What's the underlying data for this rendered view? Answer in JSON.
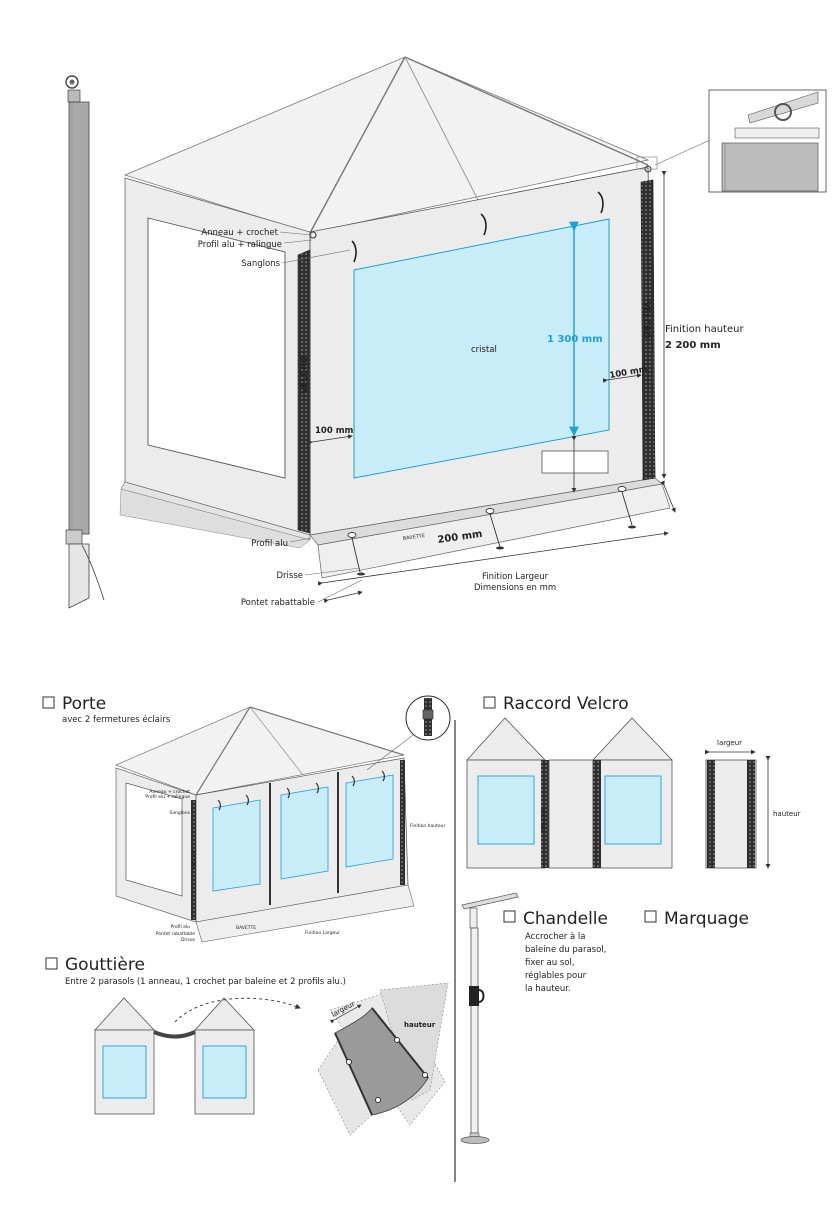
{
  "main_diagram": {
    "velcro_left": "VELCRO",
    "velcro_right": "VELCRO",
    "labels": {
      "anneau": "Anneau + crochet",
      "profil_ralingue": "Profil alu + ralingue",
      "sanglons": "Sanglons",
      "profil_alu": "Profil alu",
      "drisse": "Drisse",
      "pontet": "Pontet rabattable",
      "cristal": "cristal",
      "dim_1300": "1 300 mm",
      "dim_100_left": "100 mm",
      "dim_100_right": "100 mm",
      "bavette": "BAVETTE",
      "dim_200": "200 mm",
      "finition_hauteur": "Finition hauteur",
      "dim_2200": "2 200 mm",
      "finition_largeur": "Finition Largeur",
      "dimensions": "Dimensions en mm"
    }
  },
  "options": {
    "porte": {
      "title": "Porte",
      "subtitle": "avec 2 fermetures éclairs",
      "labels": {
        "anneau": "Anneau + crochet",
        "profil_ralingue": "Profil alu + ralingue",
        "sanglons": "Sanglons",
        "finition_hauteur": "Finition hauteur",
        "profil_alu": "Profil alu",
        "pontet": "Pontet rabattable",
        "drisse": "Drisse",
        "bavette": "BAVETTE",
        "finition_largeur": "Finition Largeur",
        "velcro": "VELCRO"
      }
    },
    "raccord": {
      "title": "Raccord Velcro",
      "largeur": "largeur",
      "hauteur": "hauteur",
      "velcro": "VELCRO"
    },
    "gouttiere": {
      "title": "Gouttière",
      "subtitle": "Entre 2 parasols (1 anneau, 1 crochet par baleine et 2 profils alu.)",
      "largeur": "largeur",
      "hauteur": "hauteur"
    },
    "chandelle": {
      "title": "Chandelle",
      "description": [
        "Accrocher à la",
        "baleine du parasol,",
        "fixer au sol,",
        "réglables pour",
        "la hauteur."
      ]
    },
    "marquage": {
      "title": "Marquage"
    }
  },
  "colors": {
    "panel": "#ececec",
    "roof": "#f0f0f0",
    "window": "#c8ecf8",
    "window_stroke": "#1aa2d8",
    "dimension_blue": "#1aa2d8",
    "velcro_strip": "#3a3a3a"
  }
}
